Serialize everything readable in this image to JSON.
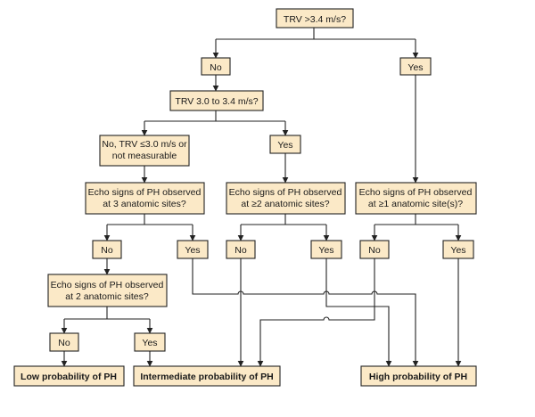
{
  "nodes": {
    "q_trv_high": "TRV >3.4 m/s?",
    "a_no_1": "No",
    "a_yes_1": "Yes",
    "q_trv_mid": "TRV 3.0 to 3.4 m/s?",
    "a_no_2": [
      "No, TRV ≤3.0 m/s or",
      "not measurable"
    ],
    "a_yes_2": "Yes",
    "q_echo_3": [
      "Echo signs of PH observed",
      "at 3 anatomic sites?"
    ],
    "q_echo_ge2": [
      "Echo signs of PH observed",
      "at ≥2 anatomic sites?"
    ],
    "q_echo_ge1": [
      "Echo signs of PH observed",
      "at ≥1 anatomic site(s)?"
    ],
    "a_no_3": "No",
    "a_yes_3": "Yes",
    "a_no_4": "No",
    "a_yes_4": "Yes",
    "a_no_5": "No",
    "a_yes_5": "Yes",
    "q_echo_2": [
      "Echo signs of PH observed",
      "at 2 anatomic sites?"
    ],
    "a_no_6": "No",
    "a_yes_6": "Yes",
    "out_low": "Low probability of PH",
    "out_intermediate": "Intermediate probability of PH",
    "out_high": "High probability of PH"
  }
}
